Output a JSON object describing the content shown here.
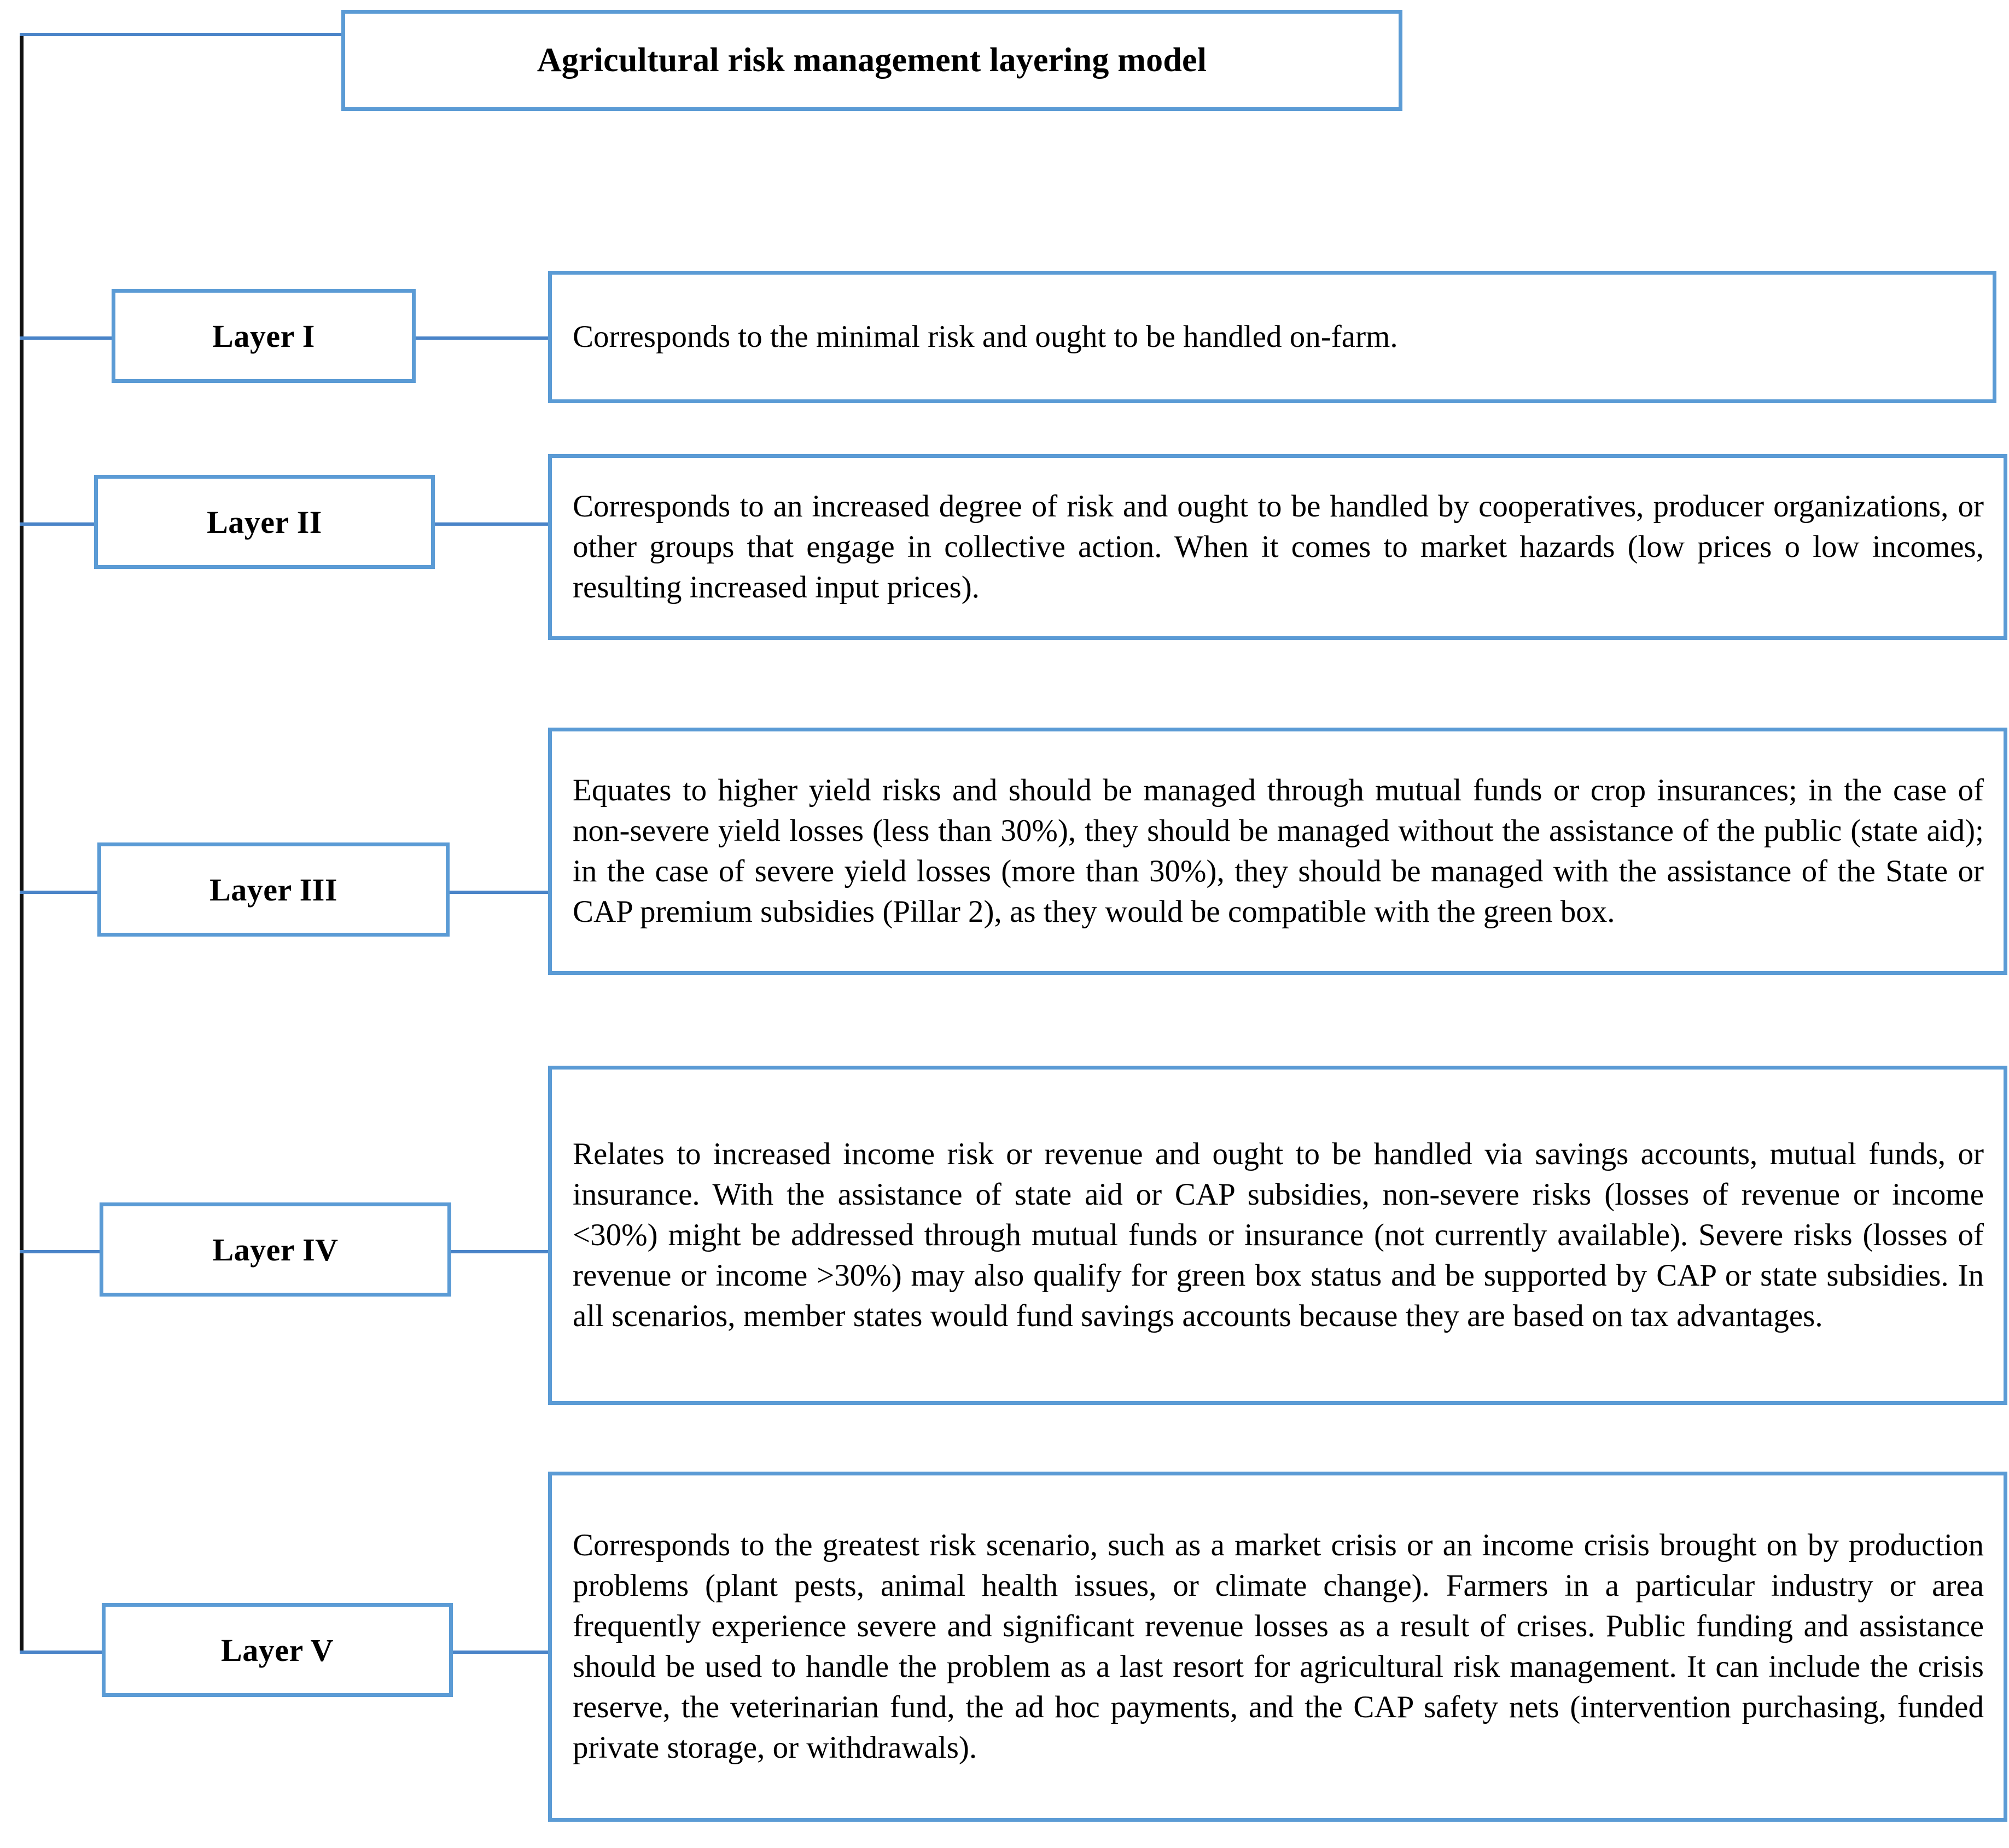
{
  "diagram": {
    "title": "Agricultural risk management layering model",
    "accent_color": "#5B9BD5",
    "trunk_color": "#111111",
    "background_color": "#FFFFFF",
    "layers": [
      {
        "label": "Layer I",
        "description": "Corresponds to the minimal risk and ought to be handled on-farm."
      },
      {
        "label": "Layer II",
        "description": "Corresponds to an increased degree of risk and ought to be handled by cooperatives, producer organizations, or other groups that engage in collective action. When it comes to market hazards (low prices o low incomes, resulting increased input prices)."
      },
      {
        "label": "Layer III",
        "description": "Equates to higher yield risks and should be managed through mutual funds or crop insurances; in the case of non-severe yield losses (less than 30%), they should be managed without the assistance of the public (state aid); in the case of severe yield losses (more than 30%), they should be managed with the assistance of the State or CAP premium subsidies (Pillar 2), as they would be compatible with the green box."
      },
      {
        "label": "Layer IV",
        "description": "Relates to increased income risk or revenue and ought to be handled via savings accounts, mutual funds, or insurance. With the assistance of state aid or CAP subsidies, non-severe risks (losses of revenue or income <30%) might be addressed through mutual funds or insurance (not currently available). Severe risks (losses of revenue or income >30%) may also qualify for green box status and be supported by CAP or state subsidies. In all scenarios, member states would fund savings accounts because they are based on tax advantages."
      },
      {
        "label": "Layer V",
        "description": "Corresponds to the greatest risk scenario, such as a market crisis or an income crisis brought on by production problems (plant pests, animal health issues, or climate change). Farmers in a particular industry or area frequently experience severe and significant revenue losses as a result of crises. Public funding and assistance should be used to handle the problem as a last resort for agricultural risk management. It can include the crisis reserve, the veterinarian fund, the ad hoc payments, and the CAP safety nets (intervention purchasing, funded private storage, or withdrawals)."
      }
    ]
  }
}
